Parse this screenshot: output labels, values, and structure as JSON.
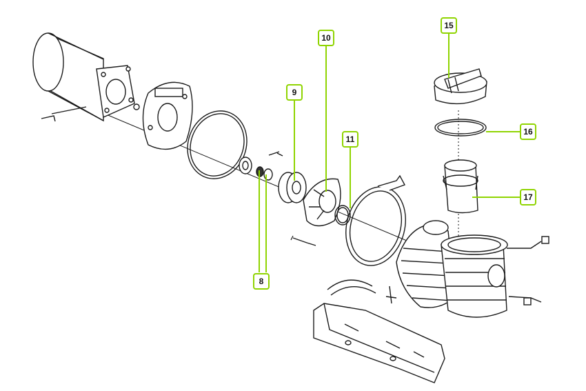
{
  "colors": {
    "callout_border": "#8fd400",
    "callout_fill": "#ffffff",
    "leader_line": "#8fd400",
    "linework": "#1a1a1a"
  },
  "callouts": [
    {
      "id": "8",
      "label": "8"
    },
    {
      "id": "9",
      "label": "9"
    },
    {
      "id": "10",
      "label": "10"
    },
    {
      "id": "11",
      "label": "11"
    },
    {
      "id": "15",
      "label": "15"
    },
    {
      "id": "16",
      "label": "16"
    },
    {
      "id": "17",
      "label": "17"
    }
  ]
}
